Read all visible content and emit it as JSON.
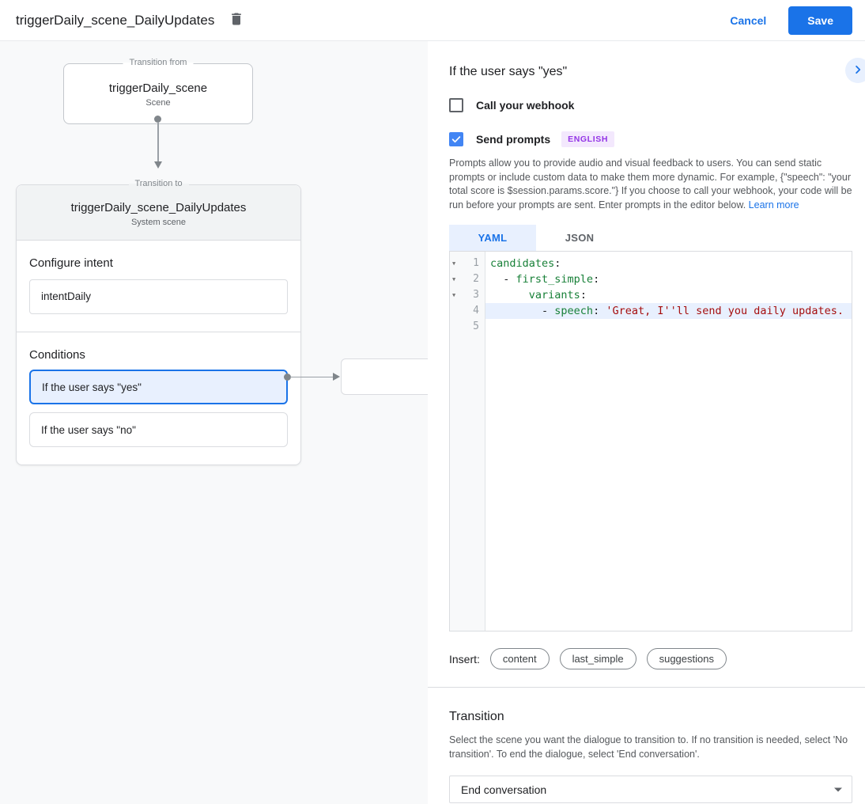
{
  "header": {
    "title": "triggerDaily_scene_DailyUpdates",
    "cancel_label": "Cancel",
    "save_label": "Save"
  },
  "canvas": {
    "from_box": {
      "legend": "Transition from",
      "title": "triggerDaily_scene",
      "subtitle": "Scene"
    },
    "to_card": {
      "legend": "Transition to",
      "title": "triggerDaily_scene_DailyUpdates",
      "subtitle": "System scene",
      "configure_intent_label": "Configure intent",
      "intent_name": "intentDaily",
      "conditions_label": "Conditions",
      "conditions": [
        {
          "label": "If the user says \"yes\"",
          "selected": true
        },
        {
          "label": "If the user says \"no\"",
          "selected": false
        }
      ]
    }
  },
  "panel": {
    "title": "If the user says \"yes\"",
    "collapse_icon": "chevron-right",
    "webhook_checkbox": {
      "label": "Call your webhook",
      "checked": false
    },
    "prompts_checkbox": {
      "label": "Send prompts",
      "checked": true,
      "badge": "ENGLISH"
    },
    "description": "Prompts allow you to provide audio and visual feedback to users. You can send static prompts or include custom data to make them more dynamic. For example, {\"speech\": \"your total score is $session.params.score.\"} If you choose to call your webhook, your code will be run before your prompts are sent. Enter prompts in the editor below. ",
    "learn_more_label": "Learn more",
    "tabs": [
      {
        "label": "YAML",
        "active": true
      },
      {
        "label": "JSON",
        "active": false
      }
    ],
    "editor": {
      "lines": [
        {
          "num": "1",
          "fold": true,
          "highlight": false,
          "tokens": [
            {
              "t": "key",
              "s": "candidates"
            },
            {
              "t": "plain",
              "s": ":"
            }
          ]
        },
        {
          "num": "2",
          "fold": true,
          "highlight": false,
          "tokens": [
            {
              "t": "plain",
              "s": "  - "
            },
            {
              "t": "key",
              "s": "first_simple"
            },
            {
              "t": "plain",
              "s": ":"
            }
          ]
        },
        {
          "num": "3",
          "fold": true,
          "highlight": false,
          "tokens": [
            {
              "t": "plain",
              "s": "      "
            },
            {
              "t": "key",
              "s": "variants"
            },
            {
              "t": "plain",
              "s": ":"
            }
          ]
        },
        {
          "num": "4",
          "fold": false,
          "highlight": true,
          "tokens": [
            {
              "t": "plain",
              "s": "        - "
            },
            {
              "t": "key",
              "s": "speech"
            },
            {
              "t": "plain",
              "s": ": "
            },
            {
              "t": "string",
              "s": "'Great, I''ll send you daily updates."
            }
          ]
        },
        {
          "num": "5",
          "fold": false,
          "highlight": false,
          "tokens": []
        }
      ]
    },
    "insert_label": "Insert:",
    "insert_chips": [
      "content",
      "last_simple",
      "suggestions"
    ],
    "transition": {
      "title": "Transition",
      "description": "Select the scene you want the dialogue to transition to. If no transition is needed, select 'No transition'. To end the dialogue, select 'End conversation'.",
      "selected_value": "End conversation"
    }
  },
  "colors": {
    "accent": "#1a73e8",
    "checkbox_checked": "#4285f4",
    "badge_bg": "#f3e8fd",
    "badge_text": "#9334e6",
    "code_key": "#188038",
    "code_string": "#a50e0e",
    "active_line": "#e8f0fe",
    "canvas_bg": "#f8f9fa"
  }
}
